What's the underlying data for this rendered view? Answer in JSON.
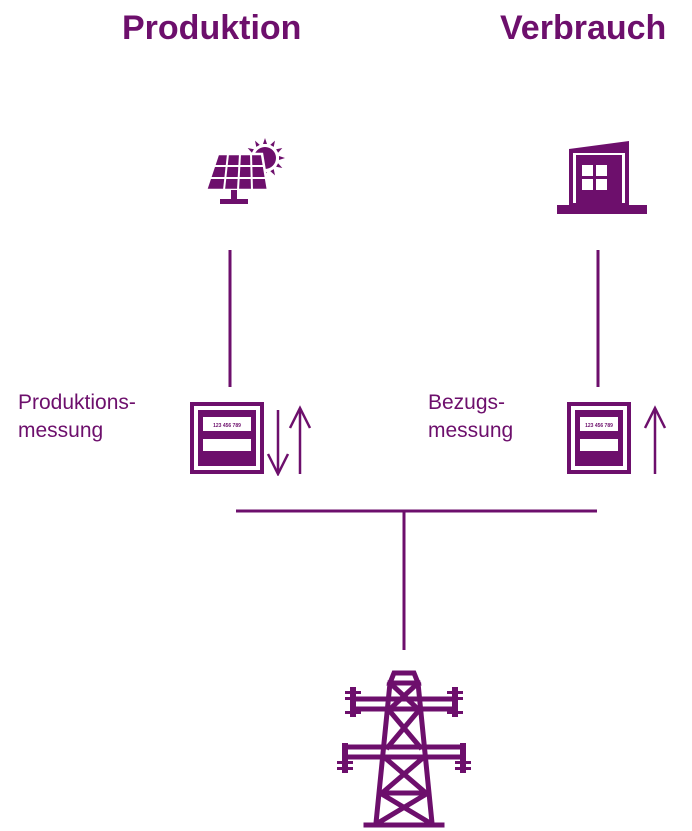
{
  "colors": {
    "primary": "#6d0f6c",
    "background": "#ffffff"
  },
  "headings": {
    "production": "Produktion",
    "consumption": "Verbrauch"
  },
  "labels": {
    "production_measurement": {
      "line1": "Produktions-",
      "line2": "messung"
    },
    "consumption_measurement": {
      "line1": "Bezugs-",
      "line2": "messung"
    }
  },
  "meters": {
    "display_text": "123 456 789"
  },
  "icons": {
    "production": "solar-panel-icon",
    "consumption": "building-icon",
    "grid": "power-pylon-icon",
    "production_meter": "electricity-meter-icon",
    "consumption_meter": "electricity-meter-icon",
    "bidirectional_flow": "up-down-arrows-icon",
    "unidirectional_flow": "up-arrow-icon"
  }
}
